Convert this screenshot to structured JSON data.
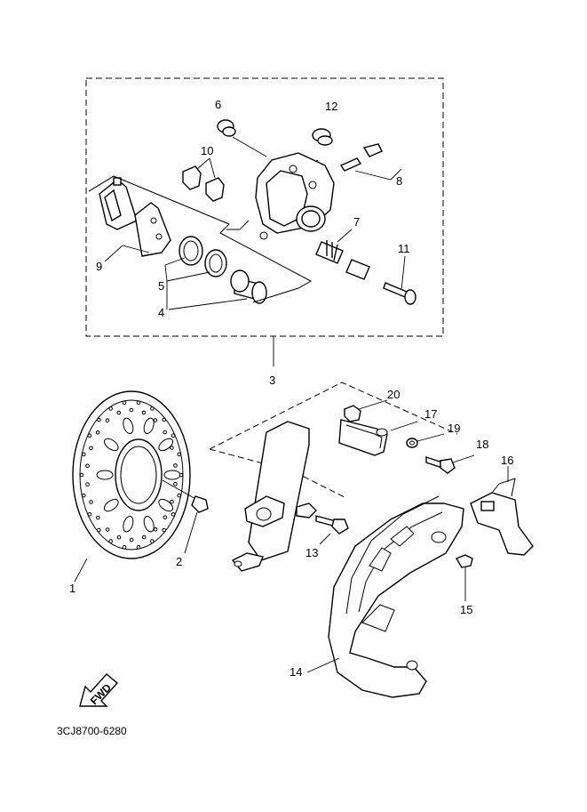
{
  "diagram": {
    "drawing_code": "3CJ8700-6280",
    "fwd_label": "FWD",
    "callouts": {
      "c1": "1",
      "c2": "2",
      "c3": "3",
      "c4": "4",
      "c5": "5",
      "c6": "6",
      "c7": "7",
      "c8": "8",
      "c9": "9",
      "c10": "10",
      "c11": "11",
      "c12": "12",
      "c13": "13",
      "c14": "14",
      "c15": "15",
      "c16": "16",
      "c17": "17",
      "c18": "18",
      "c19": "19",
      "c20": "20"
    }
  }
}
